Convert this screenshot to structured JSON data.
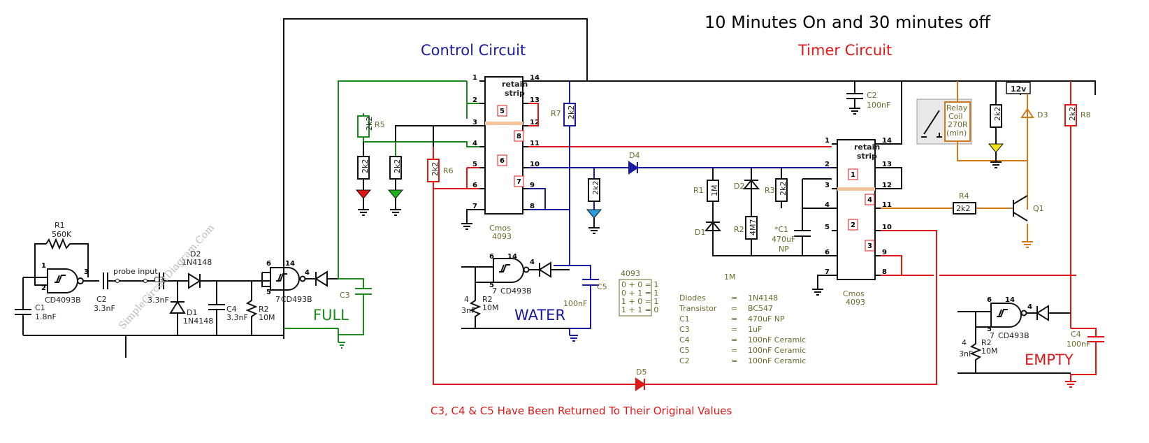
{
  "title": "10 Minutes On and 30 minutes off",
  "sections": {
    "control": "Control Circuit",
    "timer": "Timer Circuit",
    "full": "FULL",
    "water": "WATER",
    "empty": "EMPTY"
  },
  "note": "C3, C4 & C5 Have Been Returned To Their Original Values",
  "watermark": "SimpleCircuitDiagram.Com",
  "probe_input": "probe input",
  "chips": {
    "u1_name": "Cmos",
    "u1_part": "4093",
    "u2_name": "Cmos",
    "u2_part": "4093",
    "retain1": "retain",
    "retain2": "strip",
    "inv_part": "CD4093B",
    "inv_part_short": "CD493B"
  },
  "truth": {
    "title": "4093",
    "rows": [
      "0 + 0 = 1",
      "0 + 1 = 1",
      "1 + 0 = 1",
      "1 + 1 = 0"
    ]
  },
  "components": {
    "r1": "R1",
    "r1_val": "560K",
    "c1": "C1",
    "c1_val": "1.8nF",
    "c2": "C2",
    "c2_val": "3.3nF",
    "c3": "C3",
    "c3_val": "3.3nF",
    "c4": "C4",
    "c4_val": "3.3nF",
    "d1": "D1",
    "d2": "D2",
    "diode": "1N4148",
    "r2": "R2",
    "r2_val": "10M",
    "r5": "R5",
    "r6": "R6",
    "r7": "R7",
    "r8": "R8",
    "k2": "2k2",
    "c3g": "C3",
    "c5": "C5",
    "c5_val": "100nF",
    "c2t": "C2",
    "c2t_val": "100nF",
    "d4": "D4",
    "d5": "D5",
    "d3": "D3",
    "r4": "R4",
    "q1": "Q1",
    "r1t": "R1",
    "r1t_val": "1M",
    "d2t": "D2",
    "r2t": "R2",
    "r2t_val": "4M7",
    "r3t": "R3",
    "d1t": "D1",
    "c1t": "*C1",
    "c1t_val": "470uF",
    "c1t_np": "NP",
    "relay": [
      "Relay",
      "Coil",
      "270R",
      "(min)"
    ],
    "v12": "12v",
    "c4e": "C4",
    "c4e_val": "100nF",
    "cap_cut": "3nF",
    "four": "4"
  },
  "parts_list": [
    {
      "name": "Diodes",
      "eq": "=",
      "value": "1N4148"
    },
    {
      "name": "Transistor",
      "eq": "=",
      "value": "BC547"
    },
    {
      "name": "C1",
      "eq": "=",
      "value": "470uF NP"
    },
    {
      "name": "C3",
      "eq": "=",
      "value": "1uF"
    },
    {
      "name": "C4",
      "eq": "=",
      "value": "100nF Ceramic"
    },
    {
      "name": "C5",
      "eq": "=",
      "value": "100nF Ceramic"
    },
    {
      "name": "C2",
      "eq": "=",
      "value": "100nF Ceramic"
    }
  ],
  "pins_left": [
    "1",
    "2",
    "3",
    "4",
    "5",
    "6",
    "7"
  ],
  "pins_right": [
    "14",
    "13",
    "12",
    "11",
    "10",
    "9",
    "8"
  ],
  "colors": {
    "wire": "#111111",
    "green": "#1a8a1a",
    "blue": "#1a1aa0",
    "red": "#e01818",
    "orange": "#d2791a",
    "olive": "#6b6b2a"
  }
}
